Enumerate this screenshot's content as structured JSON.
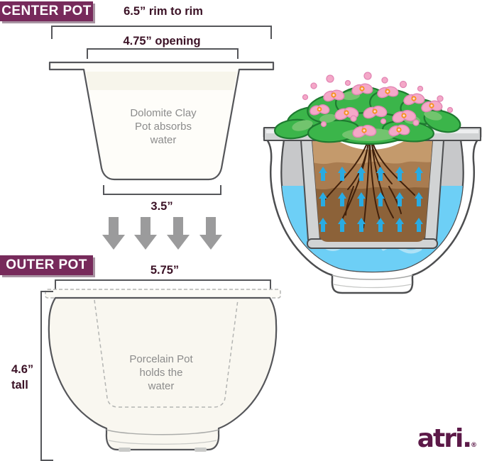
{
  "palette": {
    "header_bg": "#772A5B",
    "header_text": "#FFFFFF",
    "dimension_text": "#3B1226",
    "outline_gray": "#55565A",
    "muted_text": "#8C8C8C",
    "transfer_arrow_gray": "#9B9B9C",
    "dashed_gray": "#B4B5B3",
    "pot_fill_cream": "#F9F7F0",
    "ceramic_cut_gray": "#D1D3D4",
    "interior_shadow_gray": "#C7C8CA",
    "water_blue": "#6DCFF6",
    "capillary_arrow_cyan": "#29ABE2",
    "soil_light": "#C49A6C",
    "soil_mid": "#A97C50",
    "soil_dark": "#8C6239",
    "root_brown": "#42210B",
    "leaf_green": "#3BB54A",
    "flower_pink": "#F4A8C8",
    "flower_center_orange": "#F7931E",
    "logo_purple": "#5C1948"
  },
  "center_pot": {
    "header": "CENTER POT",
    "dim_rim_to_rim": "6.5” rim to rim",
    "dim_opening": "4.75” opening",
    "dim_base": "3.5”",
    "description": "Dolomite Clay\nPot absorbs\nwater"
  },
  "outer_pot": {
    "header": "OUTER POT",
    "dim_width": "5.75”",
    "dim_height": "4.6”\ntall",
    "description": "Porcelain Pot\nholds the\nwater"
  },
  "brand": {
    "logo": "atri.",
    "registered": "®"
  }
}
